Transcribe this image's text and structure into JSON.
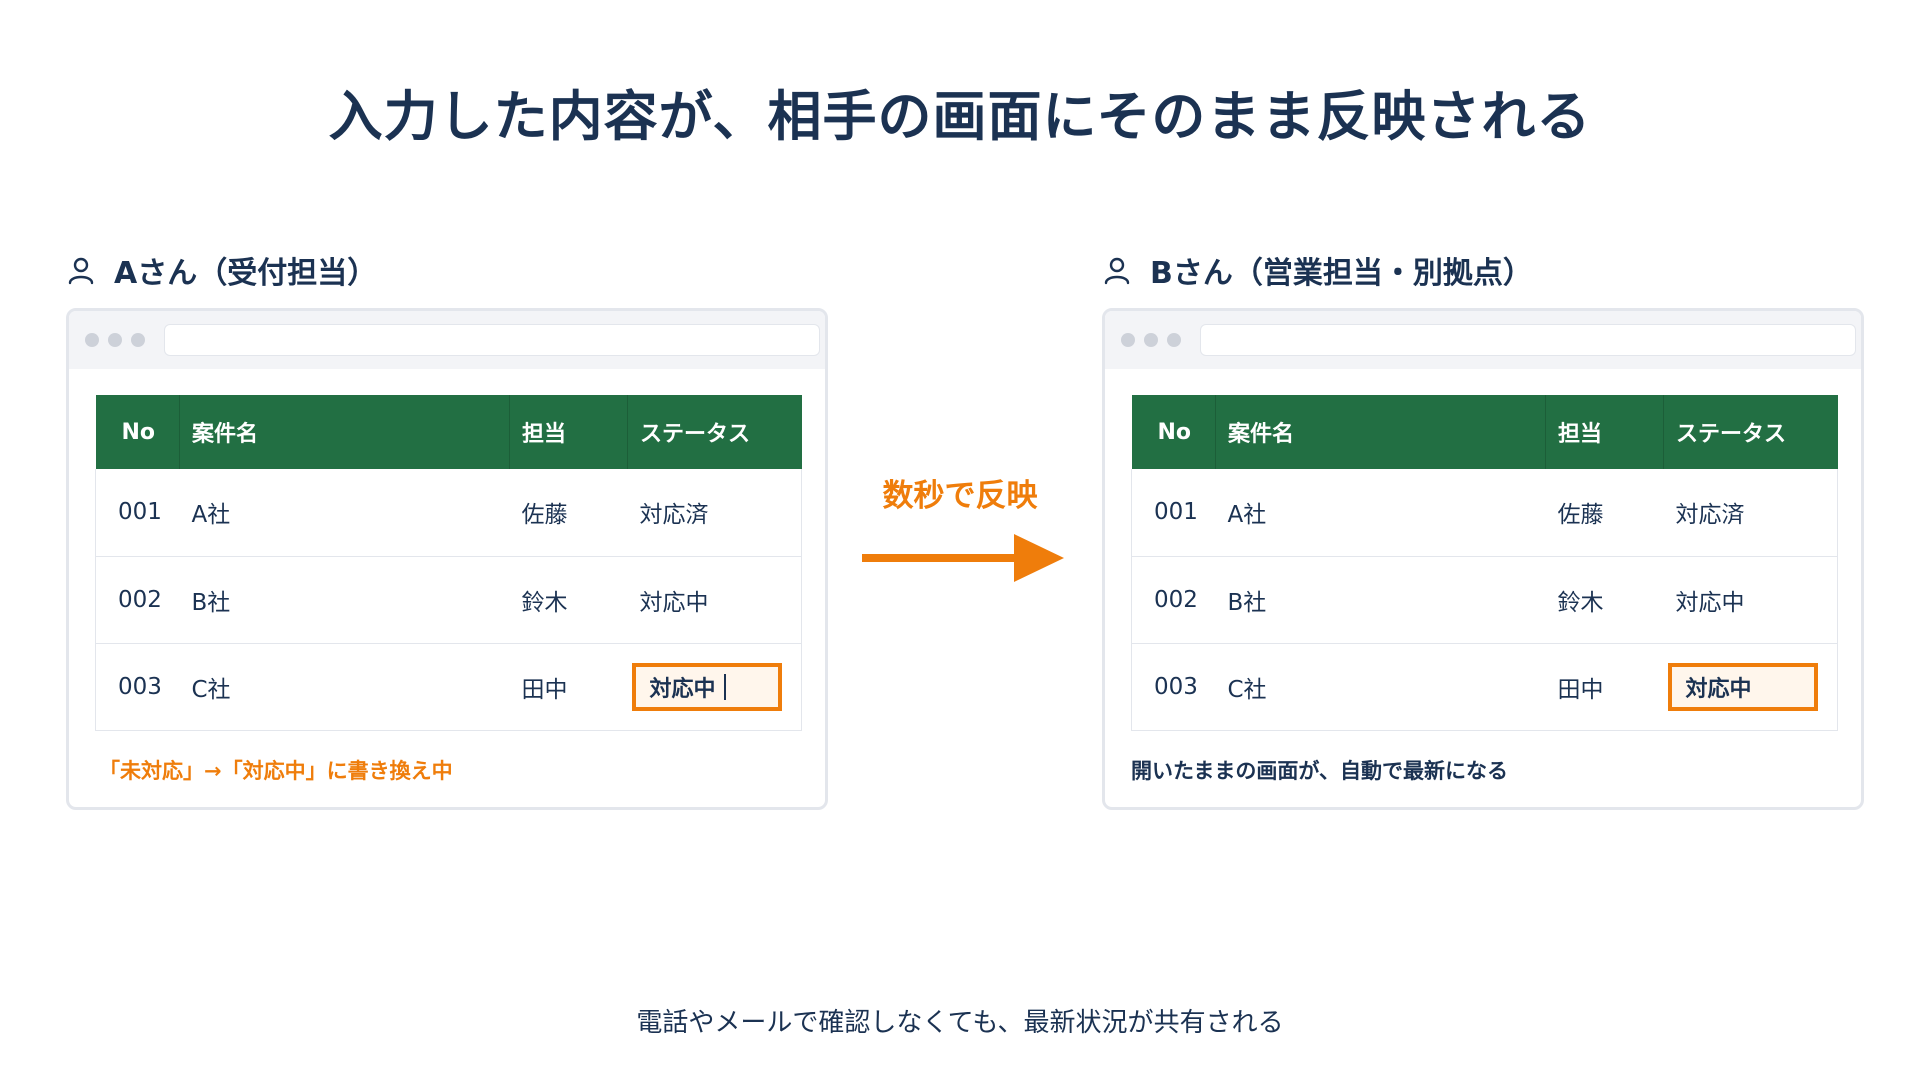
{
  "title": "入力した内容が、相手の画面にそのまま反映される",
  "arrow_label": "数秒で反映",
  "footer": "電話やメールで確認しなくても、最新状況が共有される",
  "colors": {
    "header_green": "#226f43",
    "accent_orange": "#ef7d0b",
    "text_navy": "#1b3252"
  },
  "icons": {
    "user": "person-icon",
    "arrow": "arrow-right-icon"
  },
  "columns": [
    "No",
    "案件名",
    "担当",
    "ステータス"
  ],
  "panel_a": {
    "user_label": "Aさん（受付担当）",
    "rows": [
      {
        "no": "001",
        "name": "A社",
        "owner": "佐藤",
        "status": "対応済"
      },
      {
        "no": "002",
        "name": "B社",
        "owner": "鈴木",
        "status": "対応中"
      },
      {
        "no": "003",
        "name": "C社",
        "owner": "田中",
        "status": "対応中"
      }
    ],
    "note": "「未対応」→「対応中」に書き換え中"
  },
  "panel_b": {
    "user_label": "Bさん（営業担当・別拠点）",
    "rows": [
      {
        "no": "001",
        "name": "A社",
        "owner": "佐藤",
        "status": "対応済"
      },
      {
        "no": "002",
        "name": "B社",
        "owner": "鈴木",
        "status": "対応中"
      },
      {
        "no": "003",
        "name": "C社",
        "owner": "田中",
        "status": "対応中"
      }
    ],
    "note": "開いたままの画面が、自動で最新になる"
  }
}
